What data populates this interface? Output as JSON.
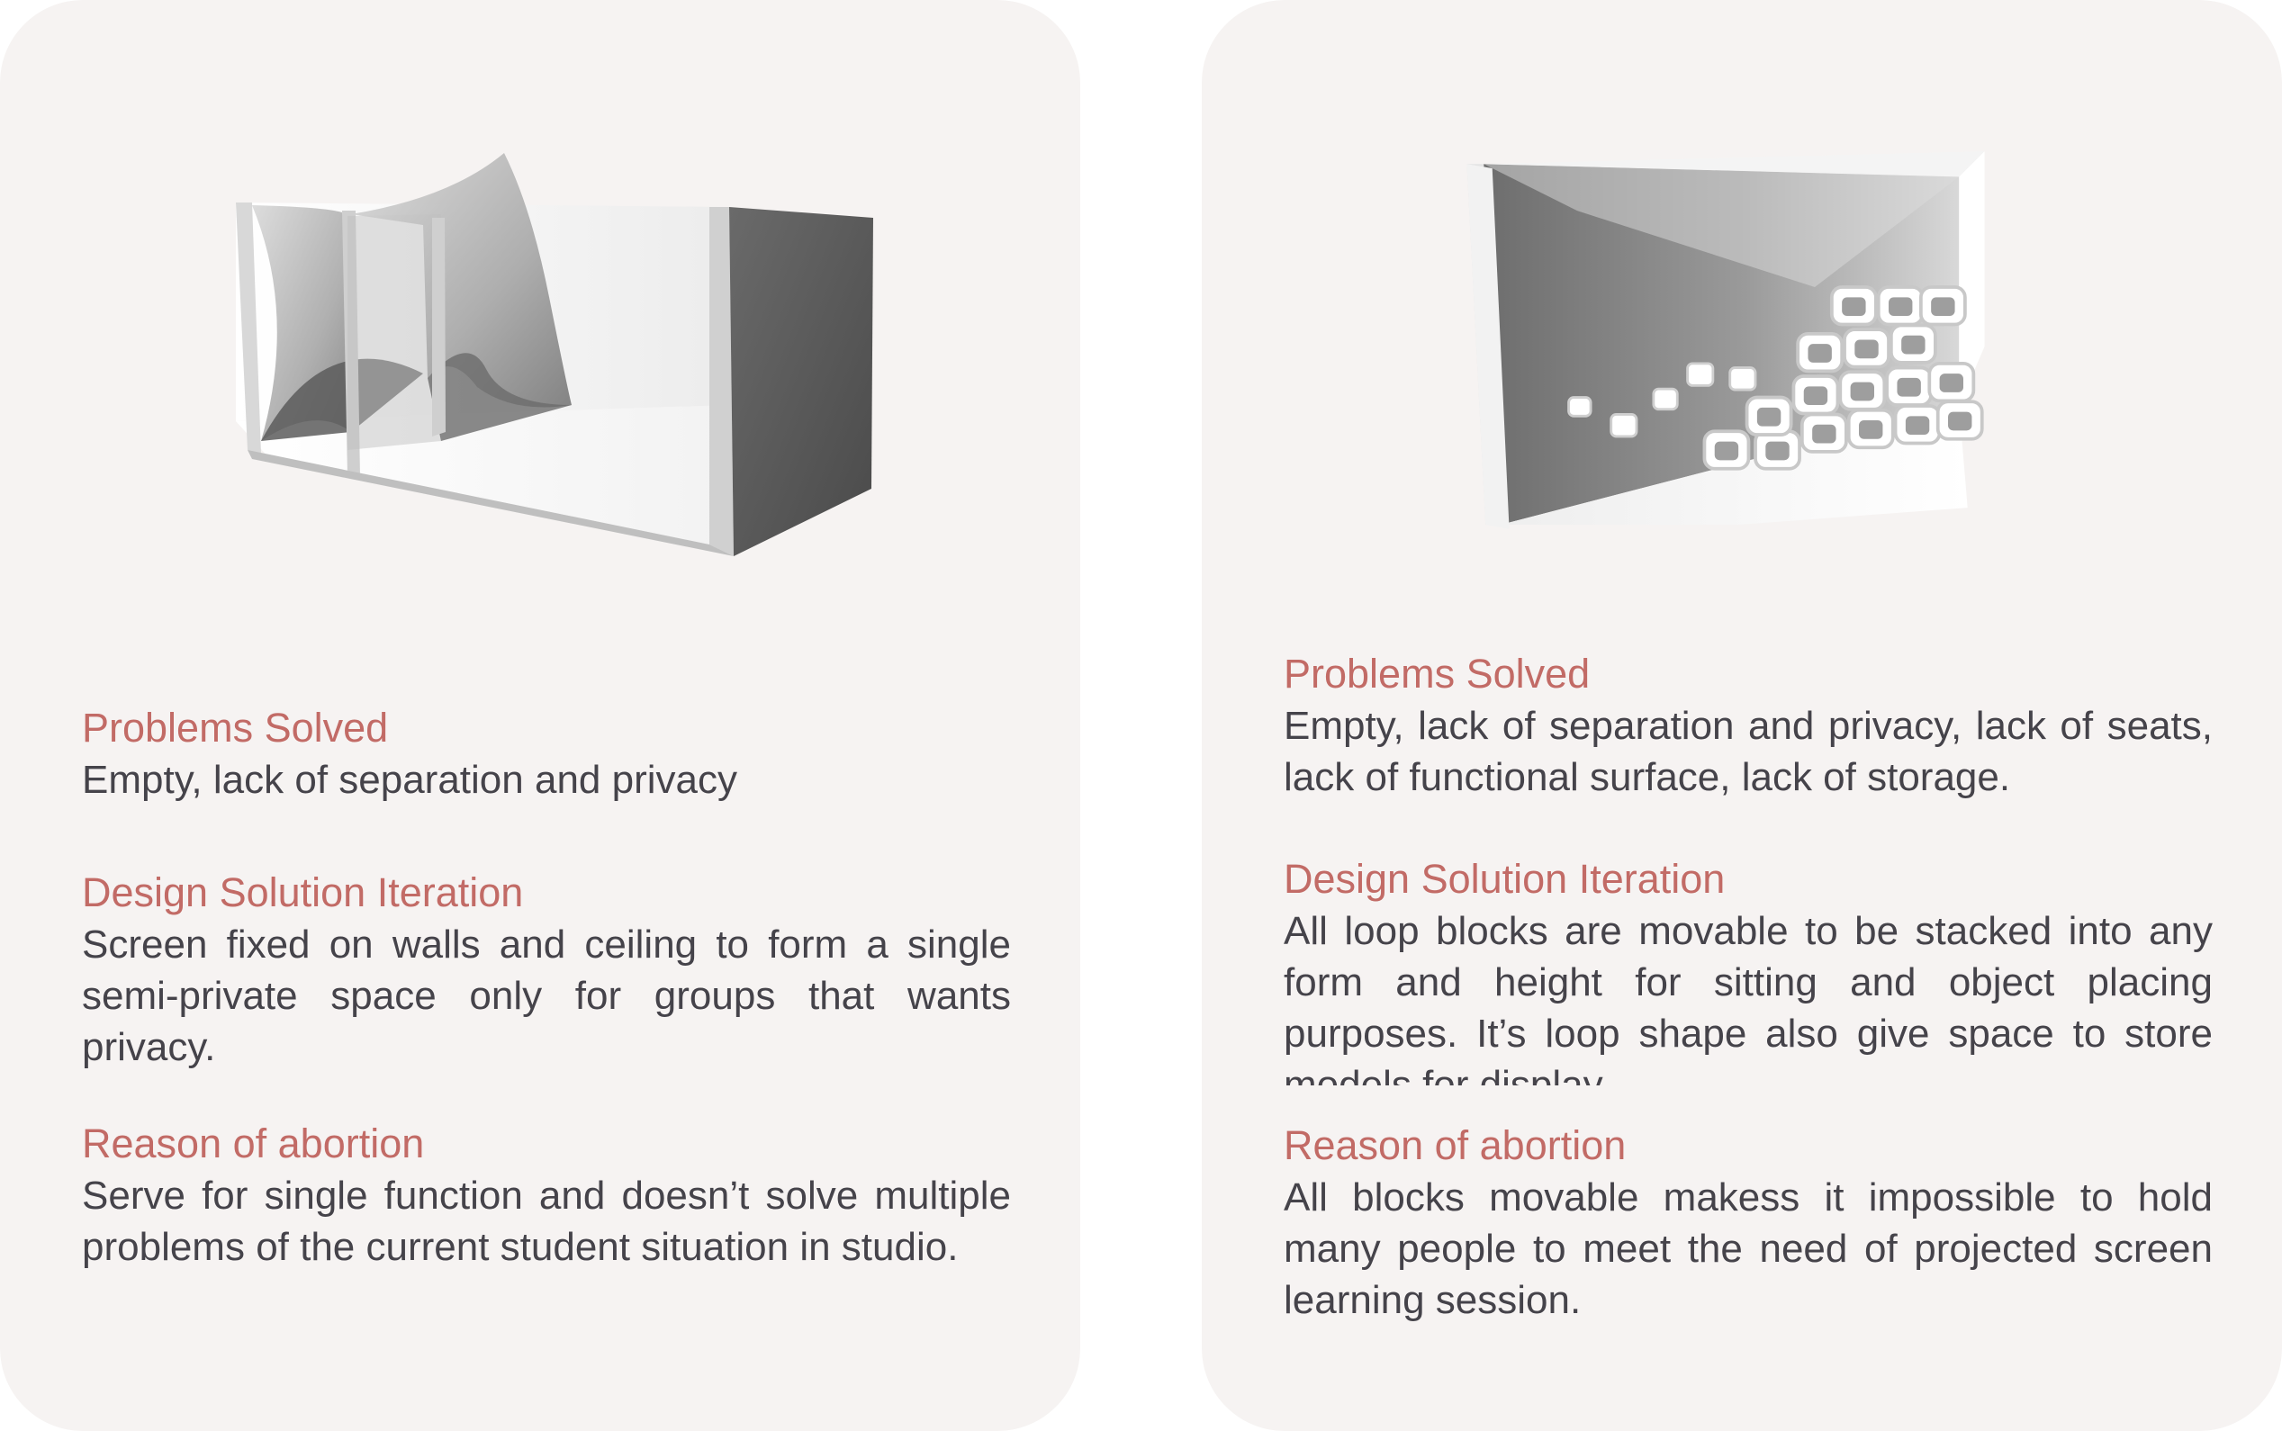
{
  "cards": [
    {
      "model_icon": "curved-screen-room-model",
      "sections": [
        {
          "heading": "Problems Solved",
          "body": "Empty, lack of separation and privacy"
        },
        {
          "heading": "Design Solution Iteration",
          "body": "Screen fixed on walls and ceiling to form a single semi-private space only for groups that wants privacy."
        },
        {
          "heading": "Reason of abortion",
          "body": "Serve for single function and doesn’t solve multiple problems of the current student situation in studio."
        }
      ]
    },
    {
      "model_icon": "loop-blocks-room-model",
      "sections": [
        {
          "heading": "Problems Solved",
          "body": "Empty, lack of separation and privacy, lack of seats, lack of functional surface, lack of storage."
        },
        {
          "heading": "Design Solution Iteration",
          "body": "All loop blocks are movable to be stacked into any form and height for sitting and object placing purposes. It’s loop shape also give space to store models for display."
        },
        {
          "heading": "Reason of abortion",
          "body": "All blocks movable makess it impossible to hold many people to meet the need of projected screen learning session."
        }
      ]
    }
  ],
  "colors": {
    "card_background": "#f6f3f2",
    "heading": "#c26b66",
    "body_text": "#45434a"
  }
}
